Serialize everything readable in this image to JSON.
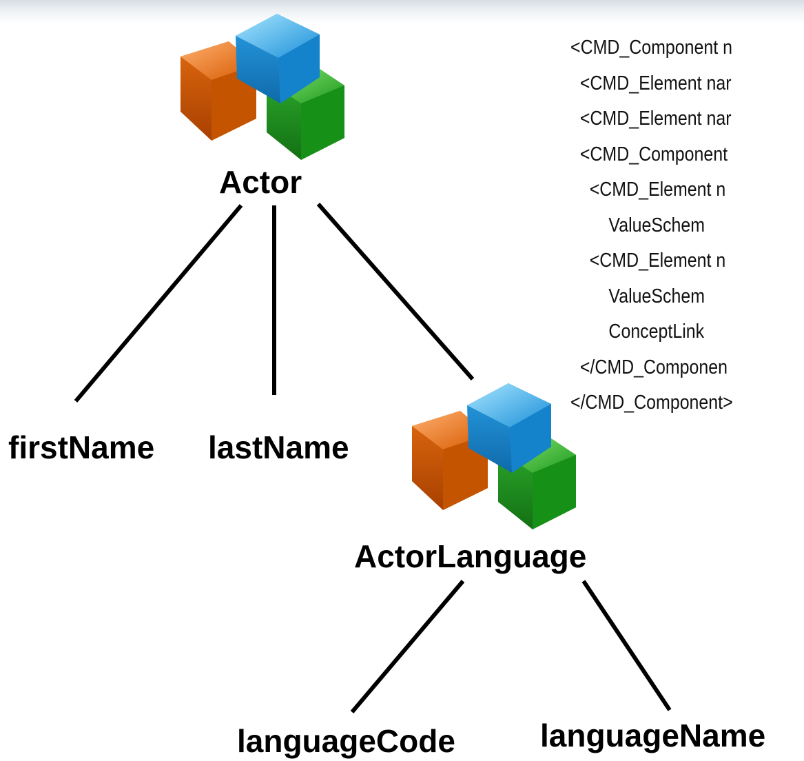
{
  "tree": {
    "root": {
      "label": "Actor",
      "icon": "component-cubes-icon",
      "children": [
        {
          "label": "firstName"
        },
        {
          "label": "lastName"
        },
        {
          "label": "ActorLanguage",
          "icon": "component-cubes-icon",
          "children": [
            {
              "label": "languageCode"
            },
            {
              "label": "languageName"
            }
          ]
        }
      ]
    }
  },
  "xml_lines": [
    "<CMD_Component n",
    "  <CMD_Element nar",
    "  <CMD_Element nar",
    "  <CMD_Component",
    "    <CMD_Element n",
    "        ValueSchem",
    "    <CMD_Element n",
    "        ValueSchem",
    "        ConceptLink",
    "  </CMD_Componen",
    "</CMD_Component>"
  ],
  "colors": {
    "cube_orange": "#f07a1c",
    "cube_blue": "#2aa8ee",
    "cube_green": "#2ab52a",
    "line": "#000000"
  }
}
